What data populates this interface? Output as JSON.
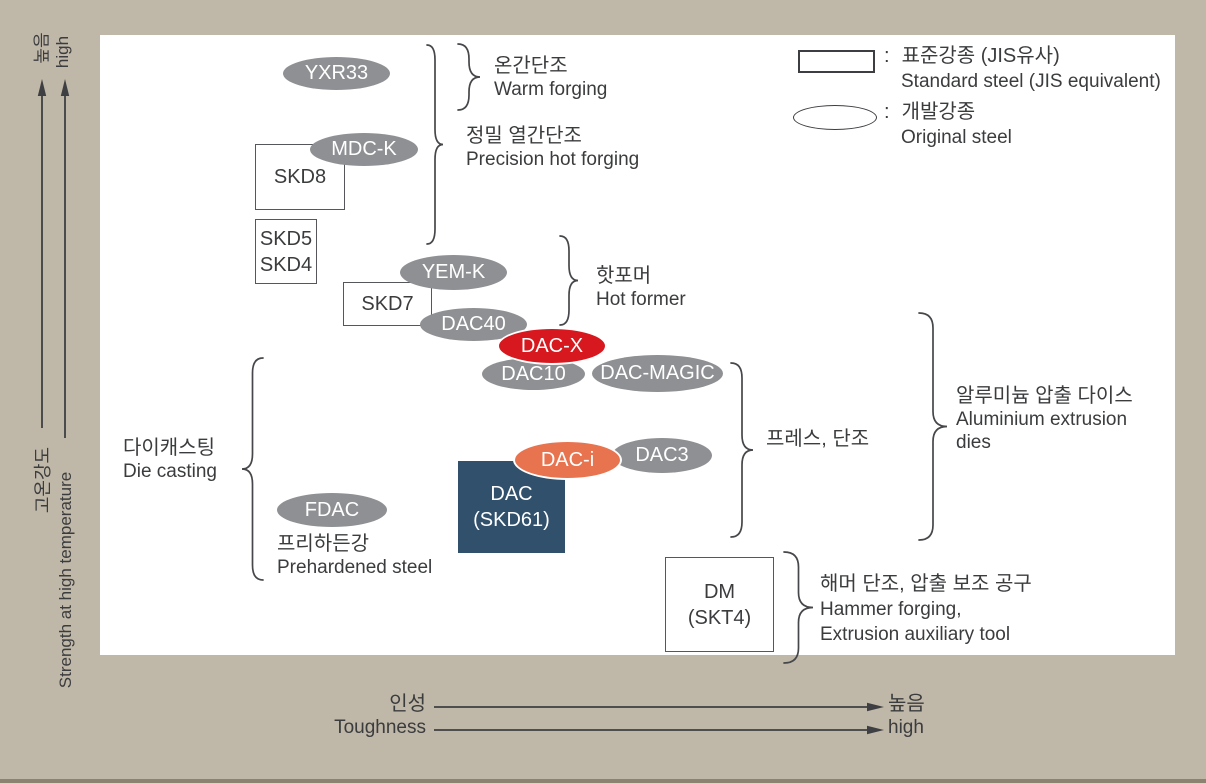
{
  "axes": {
    "y": {
      "label_ko": "고온강도",
      "label_en": "Strength at high temperature",
      "high_ko": "높음",
      "high_en": "high"
    },
    "x": {
      "label_ko": "인성",
      "label_en": "Toughness",
      "high_ko": "높음",
      "high_en": "high"
    }
  },
  "legend": {
    "colon": ":",
    "standard": {
      "ko": "표준강종  (JIS유사)",
      "en": "Standard steel (JIS equivalent)"
    },
    "original": {
      "ko": "개발강종",
      "en": "Original steel"
    }
  },
  "nodes": {
    "yxr33": {
      "label": "YXR33",
      "type": "original-steel-ellipse"
    },
    "mdck": {
      "label": "MDC-K",
      "type": "original-steel-ellipse"
    },
    "skd8": {
      "label": "SKD8",
      "type": "standard-steel-box"
    },
    "skd5_skd4": {
      "line1": "SKD5",
      "line2": "SKD4",
      "type": "standard-steel-box"
    },
    "yemk": {
      "label": "YEM-K",
      "type": "original-steel-ellipse"
    },
    "skd7": {
      "label": "SKD7",
      "type": "standard-steel-box"
    },
    "dac40": {
      "label": "DAC40",
      "type": "original-steel-ellipse"
    },
    "dacx": {
      "label": "DAC-X",
      "type": "original-steel-ellipse-highlight-red"
    },
    "dac10": {
      "label": "DAC10",
      "type": "original-steel-ellipse"
    },
    "dacmagic": {
      "label": "DAC-MAGIC",
      "type": "original-steel-ellipse"
    },
    "daci": {
      "label": "DAC-i",
      "type": "original-steel-ellipse-highlight-orange"
    },
    "dac3": {
      "label": "DAC3",
      "type": "original-steel-ellipse"
    },
    "dac": {
      "line1": "DAC",
      "line2": "(SKD61)",
      "type": "filled-navy-box"
    },
    "fdac": {
      "label": "FDAC",
      "type": "original-steel-ellipse"
    },
    "dm": {
      "line1": "DM",
      "line2": "(SKT4)",
      "type": "standard-steel-box"
    }
  },
  "groups": {
    "warm_forging": {
      "ko": "온간단조",
      "en": "Warm forging"
    },
    "precision_hot_forging": {
      "ko": "정밀 열간단조",
      "en": "Precision hot forging"
    },
    "hot_former": {
      "ko": "핫포머",
      "en": "Hot former"
    },
    "press_forging": {
      "ko": "프레스, 단조"
    },
    "aluminium_extrusion_dies": {
      "ko": "알루미늄 압출 다이스",
      "en1": "Aluminium extrusion",
      "en2": "dies"
    },
    "hammer_forging": {
      "ko": "해머 단조, 압출 보조 공구",
      "en1": "Hammer forging,",
      "en2": "Extrusion auxiliary tool"
    },
    "die_casting": {
      "ko": "다이캐스팅",
      "en": "Die casting"
    },
    "prehardened_steel": {
      "ko": "프리하든강",
      "en": "Prehardened steel"
    }
  },
  "colors": {
    "background": "#bfb7a8",
    "plot_background": "#ffffff",
    "gray_node": "#8f9093",
    "red_node": "#d7191f",
    "orange_node": "#e8734f",
    "navy_node": "#31506c",
    "text": "#3b3c3e",
    "bottom_bar": "#8d8170"
  }
}
